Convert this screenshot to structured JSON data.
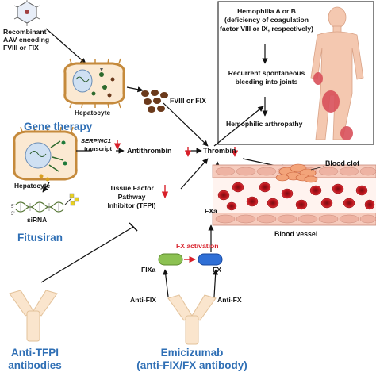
{
  "colors": {
    "accent_blue": "#2f6fb5",
    "inhibit_red": "#d8202a",
    "hepatocyte_fill": "#fbe9d2",
    "hepatocyte_stroke": "#c58a3c",
    "factor_brown": "#6b3a1c",
    "blood_red": "#c8232c",
    "vessel_pink": "#f6cbbd",
    "antibody_fill": "#fae5cd",
    "fix_green": "#8cc152",
    "fx_blue": "#2f6fd6",
    "body_skin": "#f4c8b0",
    "joint_red": "#d8505a"
  },
  "gene_therapy": {
    "vector_label_1": "Recombinant",
    "vector_label_2": "AAV encoding",
    "vector_label_3": "FVIII or FIX",
    "cell_label": "Hepatocyte",
    "product_label": "FVIII or FIX",
    "title": "Gene therapy"
  },
  "fitusiran": {
    "cell_label": "Hepatocyte",
    "transcript_gene": "SERPINC1",
    "transcript_word": "transcript",
    "sirna_label": "siRNA",
    "title": "Fitusiran"
  },
  "pathway": {
    "antithrombin": "Antithrombin",
    "thrombin": "Thrombin",
    "tfpi_1": "Tissue Factor",
    "tfpi_2": "Pathway",
    "tfpi_3": "Inhibitor (TFPI)",
    "fxa": "FXa",
    "fx_activation": "FX activation",
    "fixa": "FIXa",
    "fx": "FX",
    "anti_fix": "Anti-FIX",
    "anti_fx": "Anti-FX"
  },
  "blood": {
    "clot_label": "Blood clot",
    "vessel_label": "Blood vessel"
  },
  "hemophilia_box": {
    "line1": "Hemophilia A or B",
    "line2": "(deficiency of coagulation",
    "line3": "factor VIII or IX, respectively)",
    "line4": "Recurrent spontaneous",
    "line5": "bleeding into joints",
    "line6": "Hemophilic arthropathy"
  },
  "anti_tfpi": {
    "title_1": "Anti-TFPI",
    "title_2": "antibodies"
  },
  "emicizumab": {
    "title_1": "Emicizumab",
    "title_2": "(anti-FIX/FX antibody)"
  }
}
